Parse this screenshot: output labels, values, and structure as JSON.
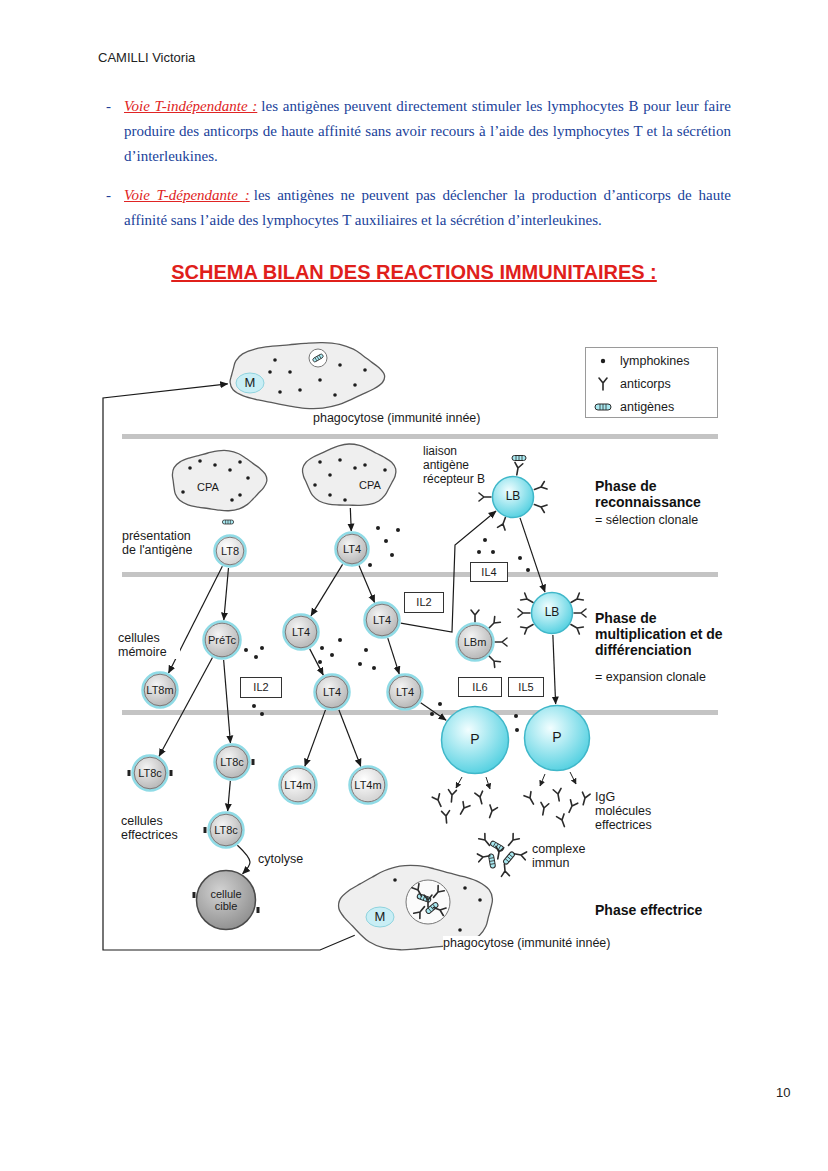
{
  "diagram": {
    "title": "SCHEMA BILAN DES REACTIONS IMMUNITAIRES :",
    "nodes": [
      {
        "text": [
          "M"
        ]
      },
      {
        "text": [
          "CPA"
        ]
      },
      {
        "text": [
          "CPA"
        ]
      },
      {
        "text": [
          "LB"
        ]
      },
      {
        "text": [
          "LT8"
        ]
      },
      {
        "text": [
          "LT4"
        ]
      },
      {
        "text": [
          "IL4"
        ]
      },
      {
        "text": [
          "PréTc"
        ]
      },
      {
        "text": [
          "LT4"
        ]
      },
      {
        "text": [
          "LT4"
        ]
      },
      {
        "text": [
          "IL2"
        ]
      },
      {
        "text": [
          "LBm"
        ]
      },
      {
        "text": [
          "LB"
        ]
      },
      {
        "text": [
          "LT8m"
        ]
      },
      {
        "text": [
          "IL2"
        ]
      },
      {
        "text": [
          "LT4"
        ]
      },
      {
        "text": [
          "LT4"
        ]
      },
      {
        "text": [
          "IL6"
        ]
      },
      {
        "text": [
          "IL5"
        ]
      },
      {
        "text": [
          "P"
        ]
      },
      {
        "text": [
          "P"
        ]
      },
      {
        "text": [
          "LT8c"
        ]
      },
      {
        "text": [
          "LT8c"
        ]
      },
      {
        "text": [
          "LT4m"
        ]
      },
      {
        "text": [
          "LT4m"
        ]
      },
      {
        "text": [
          "LT8c"
        ]
      },
      {
        "text": [
          "cellule cible"
        ]
      },
      {
        "text": [
          "M"
        ]
      }
    ],
    "edges": [
      {
        "from": 2,
        "to": 5,
        "arrow": "to"
      },
      {
        "from": 4,
        "to": 13,
        "arrow": "to"
      },
      {
        "from": 4,
        "to": 7,
        "arrow": "to"
      },
      {
        "from": 5,
        "to": 8,
        "arrow": "to"
      },
      {
        "from": 5,
        "to": 9,
        "arrow": "to"
      },
      {
        "from": 8,
        "to": 15,
        "arrow": "to"
      },
      {
        "from": 9,
        "to": 16,
        "arrow": "to"
      },
      {
        "from": 9,
        "to": 3,
        "arrow": "to"
      },
      {
        "from": 3,
        "to": 12,
        "arrow": "to"
      },
      {
        "from": 12,
        "to": 20,
        "arrow": "to"
      },
      {
        "from": 16,
        "to": 19,
        "arrow": "to"
      },
      {
        "from": 15,
        "to": 23,
        "arrow": "to"
      },
      {
        "from": 15,
        "to": 24,
        "arrow": "to"
      },
      {
        "from": 7,
        "to": 21,
        "arrow": "to"
      },
      {
        "from": 7,
        "to": 22,
        "arrow": "to"
      },
      {
        "from": 22,
        "to": 25,
        "arrow": "to"
      },
      {
        "from": 25,
        "to": 26,
        "label": "cytolyse",
        "arrow": "to"
      },
      {
        "from": 27,
        "to": 0,
        "arrow": "to"
      }
    ],
    "labels": [
      "CAMILLI Victoria",
      "-",
      "Voie T-indépendante :",
      "les antigènes peuvent directement stimuler les lymphocytes B pour leur faire produire des anticorps de haute affinité sans avoir recours à l’aide des lymphocytes T et la sécrétion d’interleukines.",
      "-",
      "Voie T-dépendante :",
      "les antigènes ne peuvent pas déclencher la production d’anticorps de haute affinité sans l’aide des lymphocytes T auxiliaires et la sécrétion d’interleukines.",
      "phagocytose (immunité innée)",
      "liaison antigène récepteur B",
      "Phase de reconnaissance",
      "= sélection clonale",
      "présentation de l'antigène",
      "Phase de multiplication et de différenciation",
      "= expansion clonale",
      "cellules mémoire",
      "cellules effectrices",
      "IgG molécules effectrices",
      "complexe immun",
      "Phase effectrice",
      "phagocytose (immunité innée)",
      "10"
    ],
    "legend": [
      {
        "text": "lymphokines"
      },
      {
        "text": "anticorps"
      },
      {
        "text": "antigènes"
      }
    ]
  }
}
